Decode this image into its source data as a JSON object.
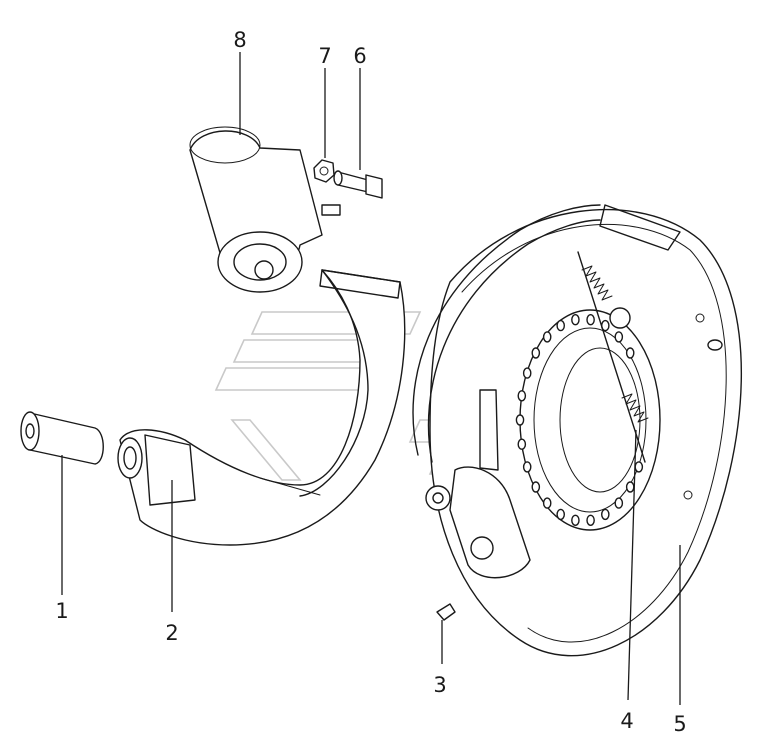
{
  "callouts": [
    "1",
    "2",
    "3",
    "4",
    "5",
    "6",
    "7",
    "8"
  ],
  "colors": {
    "line": "#1a1a1a",
    "watermark": "#c9c9c9",
    "background": "#ffffff"
  }
}
